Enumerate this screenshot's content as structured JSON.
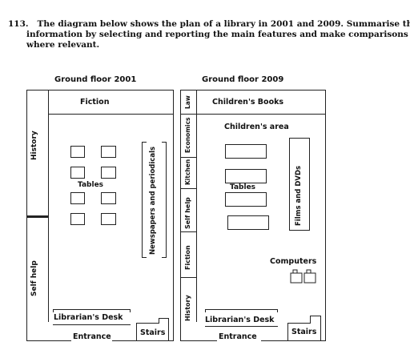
{
  "task": {
    "number": "113.",
    "line1": "The diagram below shows the plan of a library in 2001 and 2009. Summarise the",
    "line2": "information by selecting and reporting the main features and make comparisons",
    "line3": "where relevant."
  },
  "plan_2001": {
    "title": "Ground floor 2001",
    "fiction": "Fiction",
    "history": "History",
    "self_help": "Self help",
    "tables": "Tables",
    "newspapers": "Newspapers and periodicals",
    "librarians_desk": "Librarian's Desk",
    "stairs": "Stairs",
    "entrance": "Entrance"
  },
  "plan_2009": {
    "title": "Ground floor 2009",
    "childrens_books": "Children's Books",
    "childrens_area": "Children's area",
    "law": "Law",
    "economics": "Economics",
    "kitchen": "Kitchen",
    "self_help": "Self help",
    "fiction": "Fiction",
    "history": "History",
    "tables": "Tables",
    "films": "Films and DVDs",
    "computers": "Computers",
    "librarians_desk": "Librarian's Desk",
    "stairs": "Stairs",
    "entrance": "Entrance"
  }
}
